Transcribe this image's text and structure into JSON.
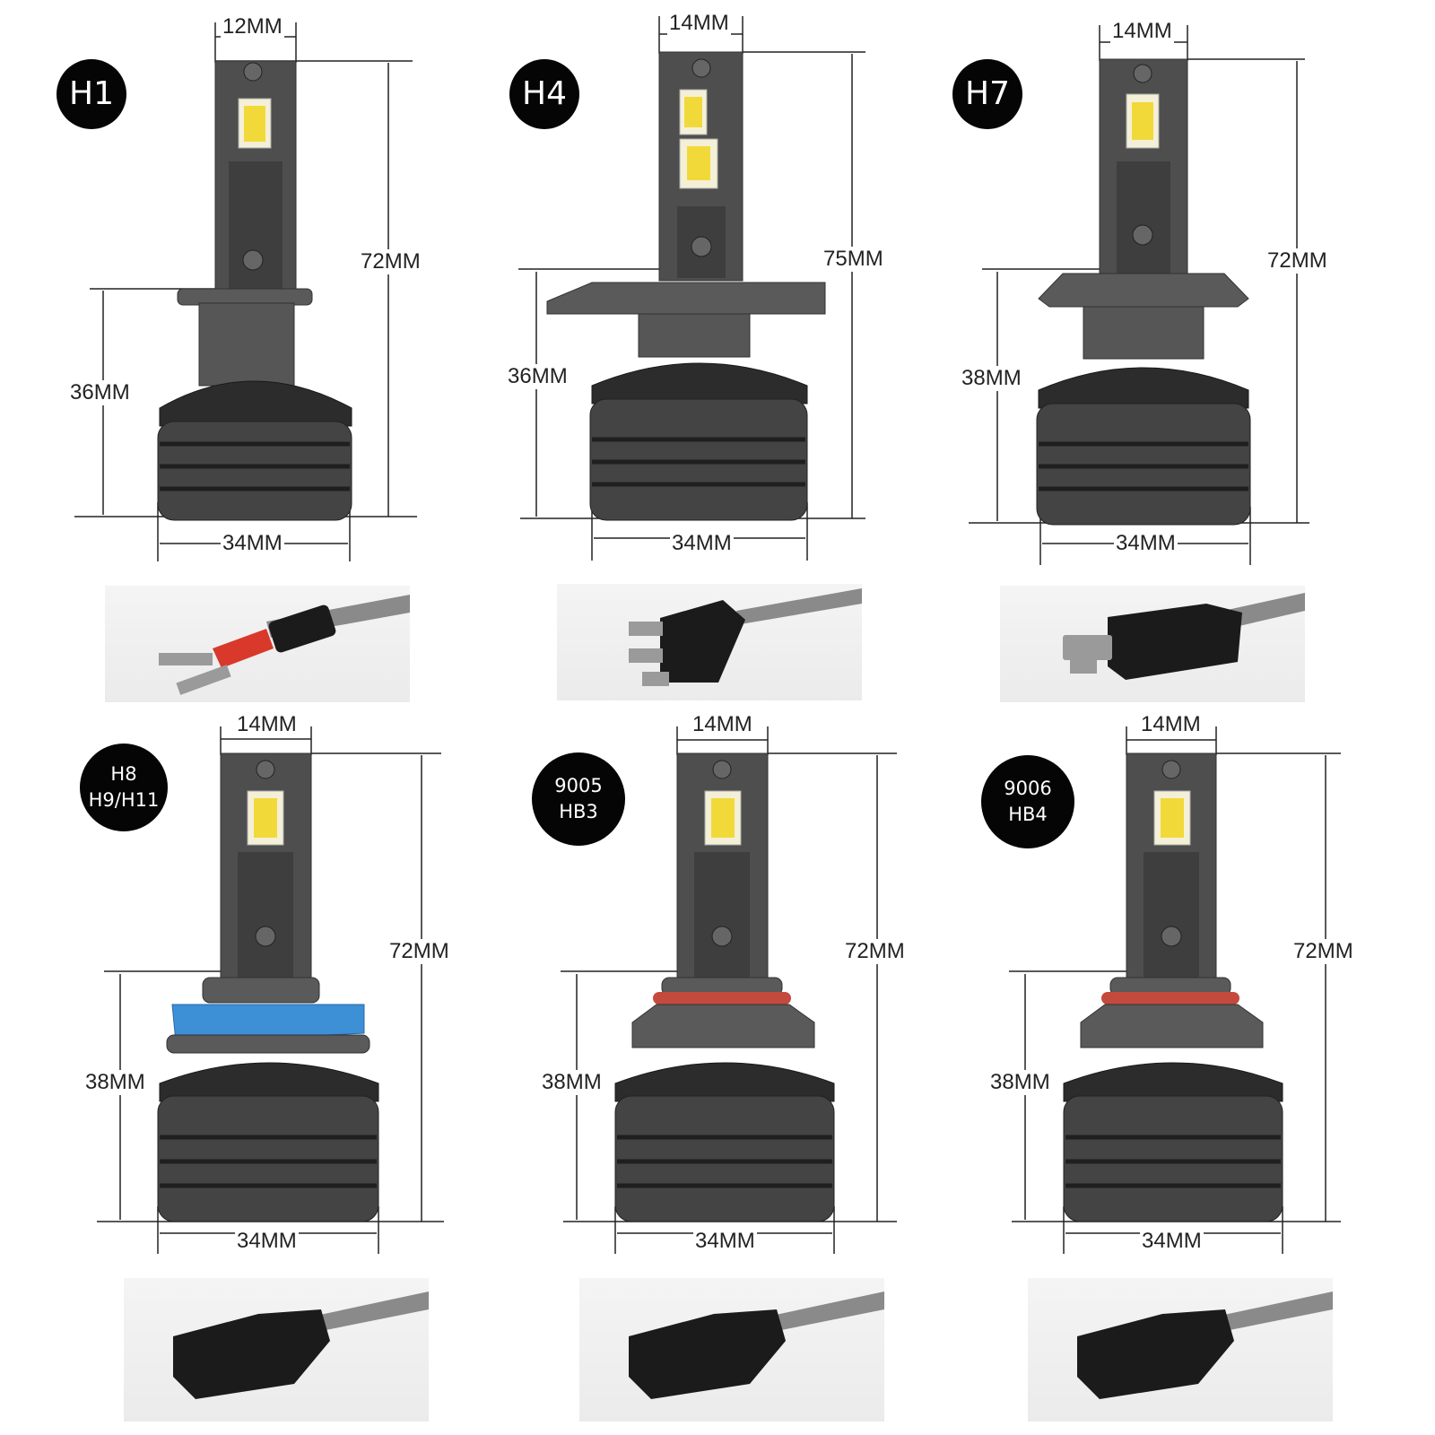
{
  "bulbs": [
    {
      "badge": [
        "H1"
      ],
      "top_width": "12MM",
      "total_height": "72MM",
      "base_height": "36MM",
      "base_width": "34MM",
      "connector": "h1-wire-terminals"
    },
    {
      "badge": [
        "H4"
      ],
      "top_width": "14MM",
      "total_height": "75MM",
      "base_height": "36MM",
      "base_width": "34MM",
      "connector": "h4-three-pin-plug"
    },
    {
      "badge": [
        "H7"
      ],
      "top_width": "14MM",
      "total_height": "72MM",
      "base_height": "38MM",
      "base_width": "34MM",
      "connector": "h7-two-pin-plug"
    },
    {
      "badge": [
        "H8",
        "H9/H11"
      ],
      "top_width": "14MM",
      "total_height": "72MM",
      "base_height": "38MM",
      "base_width": "34MM",
      "connector": "h11-socket-plug"
    },
    {
      "badge": [
        "9005",
        "HB3"
      ],
      "top_width": "14MM",
      "total_height": "72MM",
      "base_height": "38MM",
      "base_width": "34MM",
      "connector": "hb3-socket-plug"
    },
    {
      "badge": [
        "9006",
        "HB4"
      ],
      "top_width": "14MM",
      "total_height": "72MM",
      "base_height": "38MM",
      "base_width": "34MM",
      "connector": "hb4-socket-plug"
    }
  ],
  "colors": {
    "body": "#4a4a4a",
    "body_dark": "#2b2b2b",
    "led": "#f2d93a",
    "collar_h11": "#3d8fd6",
    "oring": "#c44a3d",
    "h1_wire_terminal": "#d8392b"
  }
}
